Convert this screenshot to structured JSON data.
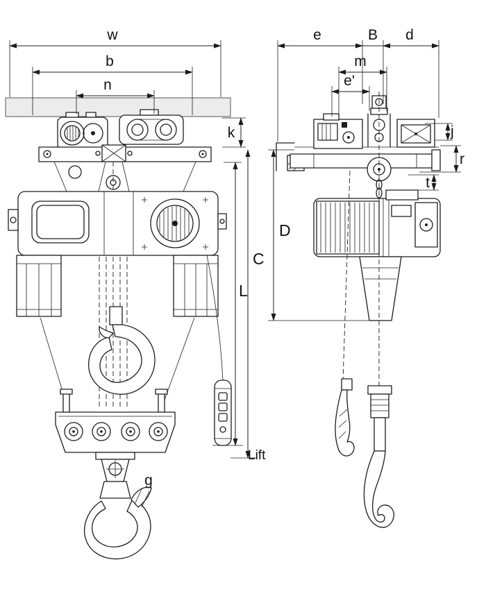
{
  "colors": {
    "background": "#ffffff",
    "line": "#1c1c1c",
    "beam_fill": "#ececec"
  },
  "dimensions": {
    "w": "w",
    "b": "b",
    "n": "n",
    "k": "k",
    "C": "C",
    "L": "L",
    "lift": "Lift",
    "g": "g",
    "e": "e",
    "B": "B",
    "d": "d",
    "m": "m",
    "e_prime": "e'",
    "j": "j",
    "r": "r",
    "t": "t",
    "D": "D"
  }
}
